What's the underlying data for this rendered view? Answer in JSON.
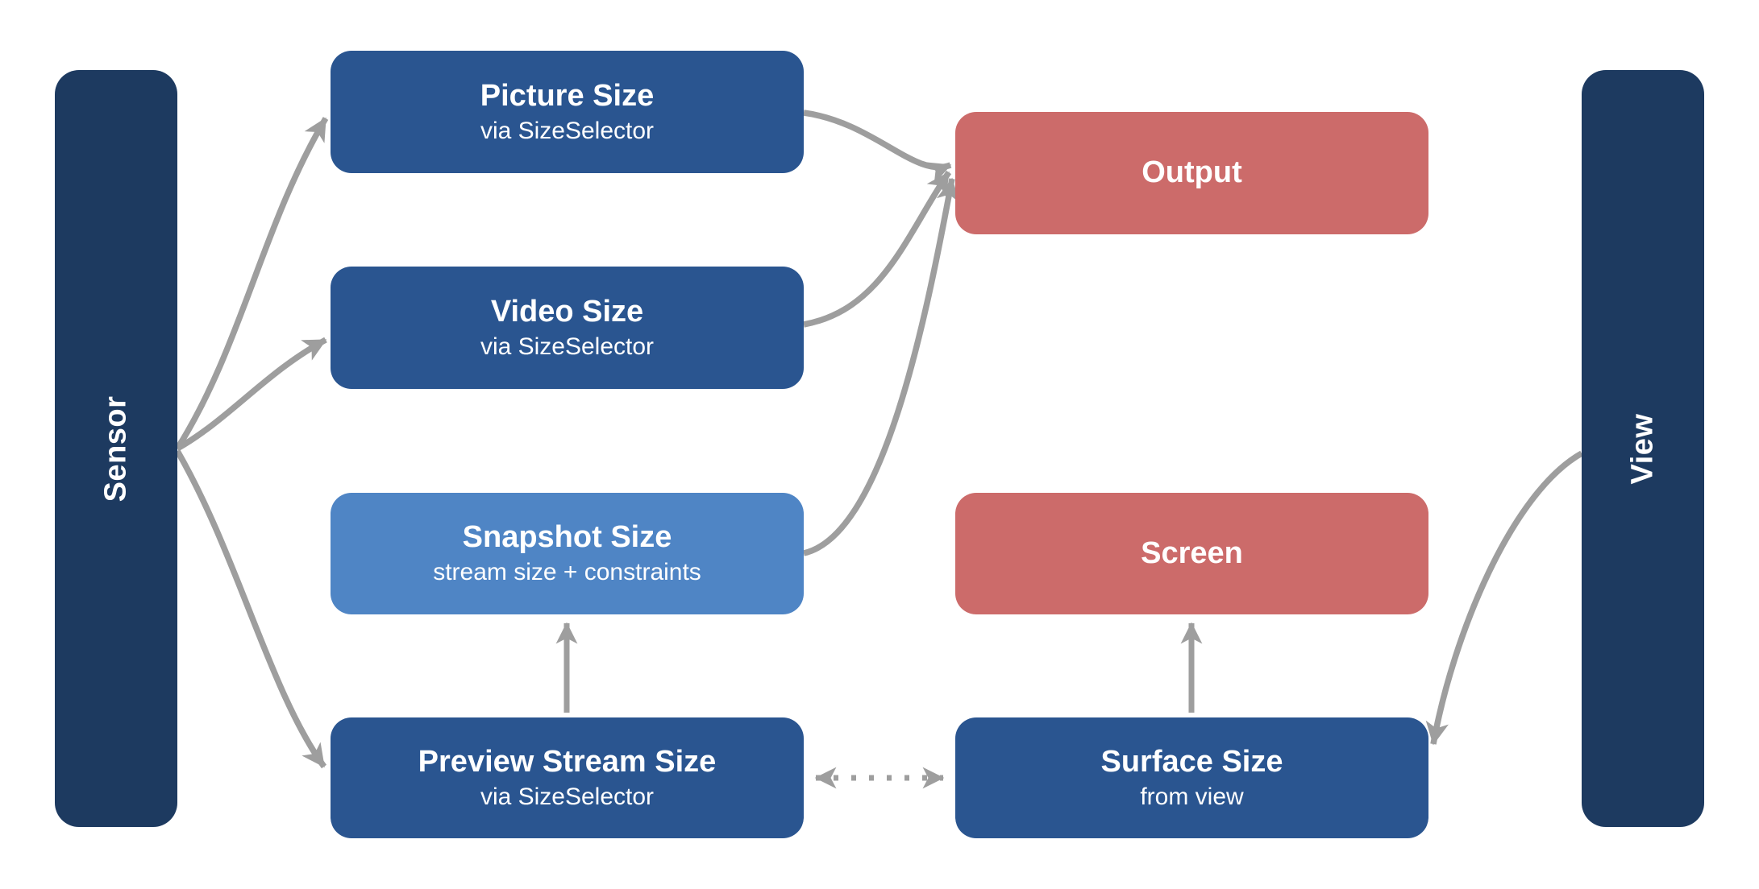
{
  "bars": {
    "sensor": {
      "label": "Sensor"
    },
    "view": {
      "label": "View"
    }
  },
  "nodes": {
    "picture": {
      "title": "Picture Size",
      "subtitle": "via SizeSelector"
    },
    "video": {
      "title": "Video Size",
      "subtitle": "via SizeSelector"
    },
    "snapshot": {
      "title": "Snapshot Size",
      "subtitle": "stream size + constraints"
    },
    "preview": {
      "title": "Preview Stream Size",
      "subtitle": "via SizeSelector"
    },
    "output": {
      "title": "Output"
    },
    "screen": {
      "title": "Screen"
    },
    "surface": {
      "title": "Surface Size",
      "subtitle": "from view"
    }
  },
  "edges": [
    {
      "from": "Sensor",
      "to": "Picture Size",
      "style": "curved-solid"
    },
    {
      "from": "Sensor",
      "to": "Video Size",
      "style": "curved-solid"
    },
    {
      "from": "Sensor",
      "to": "Preview Stream Size",
      "style": "curved-solid"
    },
    {
      "from": "Picture Size",
      "to": "Output",
      "style": "curved-solid"
    },
    {
      "from": "Video Size",
      "to": "Output",
      "style": "curved-solid"
    },
    {
      "from": "Snapshot Size",
      "to": "Output",
      "style": "curved-solid"
    },
    {
      "from": "Preview Stream Size",
      "to": "Snapshot Size",
      "style": "straight-solid"
    },
    {
      "from": "Surface Size",
      "to": "Screen",
      "style": "straight-solid"
    },
    {
      "from": "Preview Stream Size",
      "to": "Surface Size",
      "style": "dotted-bidirectional"
    },
    {
      "from": "View",
      "to": "Surface Size",
      "style": "curved-solid"
    }
  ],
  "colors": {
    "bar_navy": "#1d3a60",
    "node_blue": "#2a5590",
    "node_light_blue": "#4f85c5",
    "node_red": "#cc6b6a",
    "arrow_gray": "#9e9e9e",
    "text": "#ffffff",
    "background": "#ffffff"
  }
}
